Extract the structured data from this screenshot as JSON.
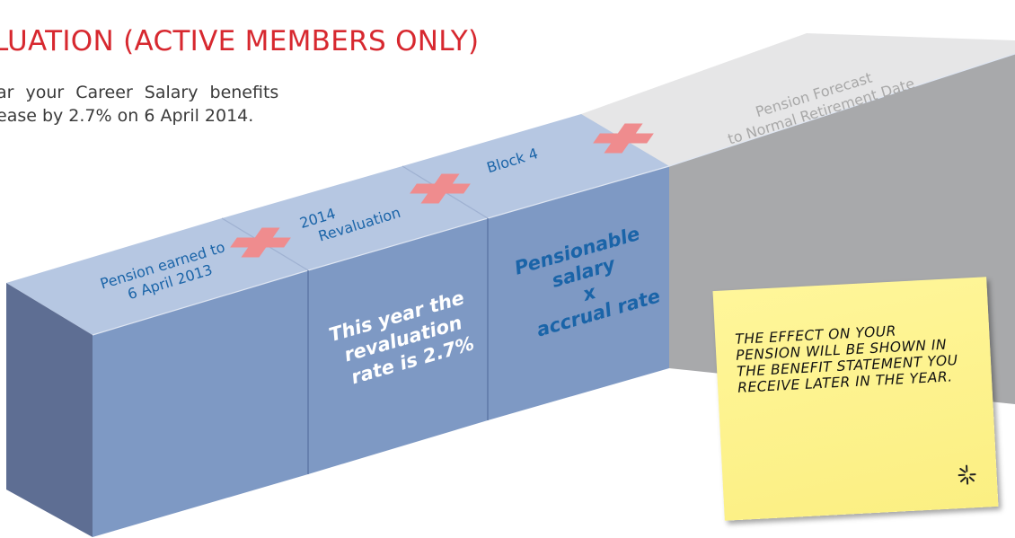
{
  "heading": "LUATION (ACTIVE MEMBERS ONLY)",
  "intro": {
    "line1": "ar your Career Salary benefits",
    "line2": "ease by 2.7% on 6 April 2014."
  },
  "blocks": [
    {
      "top_label_lines": [
        "Pension earned to",
        "6 April 2013"
      ],
      "face_lines": []
    },
    {
      "top_label_lines": [
        "2014",
        "Revaluation"
      ],
      "face_lines": [
        "This year the",
        "revaluation",
        "rate is 2.7%"
      ]
    },
    {
      "top_label_lines": [
        "Block 4"
      ],
      "face_lines": [
        "Pensionable",
        "salary",
        "x",
        "accrual rate"
      ]
    },
    {
      "top_label_lines": [
        "Pension Forecast",
        "to Normal Retirement Date"
      ],
      "face_lines": []
    }
  ],
  "note": {
    "text": "The effect on your pension will be shown in the benefit statement you receive later in the year.",
    "icon": "starburst-logo-icon"
  },
  "colors": {
    "heading": "#d7282f",
    "block_face": "#7e99c4",
    "block_top": "#b6c7e2",
    "block_side": "#5e6e93",
    "plus": "#ef8c8e",
    "label_text": "#1a64a8",
    "face_text": "#ffffff",
    "grey_face": "#a8a9ab",
    "grey_top": "#e6e6e7",
    "note_bg": "#fff69a"
  }
}
